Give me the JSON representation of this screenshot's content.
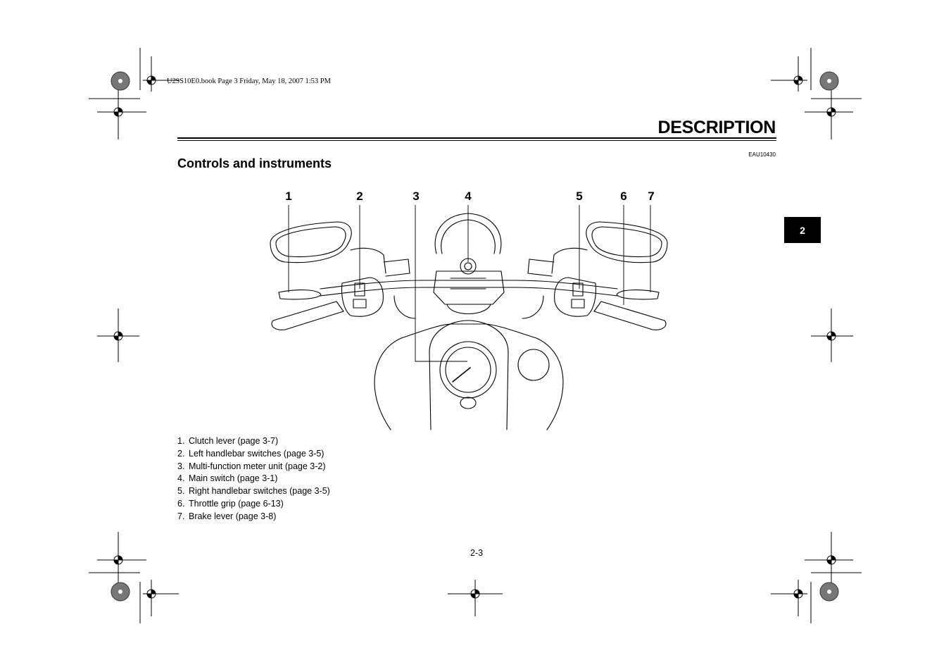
{
  "header": {
    "file_info": "U29S10E0.book  Page 3  Friday, May 18, 2007  1:53 PM"
  },
  "chapter": {
    "title": "DESCRIPTION",
    "tab_number": "2"
  },
  "section": {
    "code": "EAU10430",
    "title": "Controls and instruments"
  },
  "figure": {
    "callouts": [
      "1",
      "2",
      "3",
      "4",
      "5",
      "6",
      "7"
    ]
  },
  "legend": [
    {
      "num": "1.",
      "text": "Clutch lever (page 3-7)"
    },
    {
      "num": "2.",
      "text": "Left handlebar switches (page 3-5)"
    },
    {
      "num": "3.",
      "text": "Multi-function meter unit (page 3-2)"
    },
    {
      "num": "4.",
      "text": "Main switch (page 3-1)"
    },
    {
      "num": "5.",
      "text": "Right handlebar switches (page 3-5)"
    },
    {
      "num": "6.",
      "text": "Throttle grip (page 6-13)"
    },
    {
      "num": "7.",
      "text": "Brake lever (page 3-8)"
    }
  ],
  "footer": {
    "page_number": "2-3"
  }
}
